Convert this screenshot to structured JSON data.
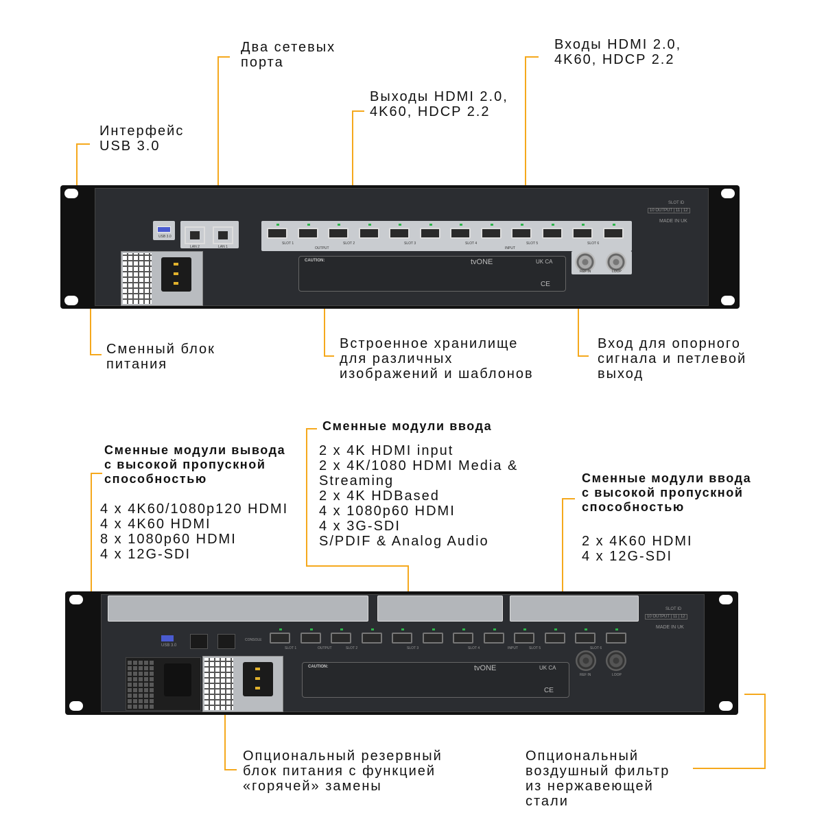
{
  "callouts_top": {
    "network": [
      "Два сетевых",
      "порта"
    ],
    "hdmi_in": [
      "Входы HDMI 2.0,",
      "4K60, HDCP 2.2"
    ],
    "hdmi_out": [
      "Выходы HDMI 2.0,",
      "4K60, HDCP 2.2"
    ],
    "usb": [
      "Интерфейс",
      "USB 3.0"
    ],
    "psu": [
      "Сменный блок",
      "питания"
    ],
    "storage": [
      "Встроенное хранилище",
      "для различных",
      "изображений и шаблонов"
    ],
    "ref": [
      "Вход для опорного",
      "сигнала и петлевой",
      "выход"
    ]
  },
  "callouts_bottom": {
    "output_modules": {
      "title": [
        "Сменные модули вывода",
        "с высокой пропускной",
        "способностью"
      ],
      "items": [
        "4 x 4K60/1080p120 HDMI",
        "4 x 4K60 HDMI",
        "8 x 1080p60 HDMI",
        "4 x 12G-SDI"
      ]
    },
    "input_modules": {
      "title": [
        "Сменные модули ввода"
      ],
      "items": [
        "2 x 4K HDMI input",
        "2 x 4K/1080 HDMI Media &",
        "Streaming",
        "2 x 4K HDBased",
        "4 x 1080p60 HDMI",
        "4 x 3G-SDI",
        "S/PDIF & Analog Audio"
      ]
    },
    "hb_input_modules": {
      "title": [
        "Сменные модули ввода",
        "с высокой пропускной",
        "способностью"
      ],
      "items": [
        "2 x 4K60 HDMI",
        "4 x 12G-SDI"
      ]
    },
    "redundant_psu": [
      "Опциональный резервный",
      "блок питания с функцией",
      "«горячей» замены"
    ],
    "air_filter": [
      "Опциональный",
      "воздушный фильтр",
      "из нержавеющей",
      "стали"
    ]
  },
  "device": {
    "usb": "USB 3.0",
    "lan2": "LAN 2",
    "lan1": "LAN 1",
    "console": "CONSOLE",
    "output": "OUTPUT",
    "input": "INPUT",
    "slots": [
      "SLOT 1",
      "SLOT 2",
      "SLOT 3",
      "SLOT 4",
      "SLOT 5",
      "SLOT 6"
    ],
    "ref_in": "REF IN",
    "loop": "LOOP",
    "brand": "tvONE",
    "caution": "CAUTION:",
    "made_in": "MADE IN UK",
    "slot_id": "SLOT ID",
    "slot_id_cells": [
      "10 OUTPUT",
      "11",
      "12"
    ],
    "ukca": "UK CA",
    "ce": "CE"
  },
  "colors": {
    "accent": "#f5a81c",
    "chassis": "#2b2d31"
  }
}
